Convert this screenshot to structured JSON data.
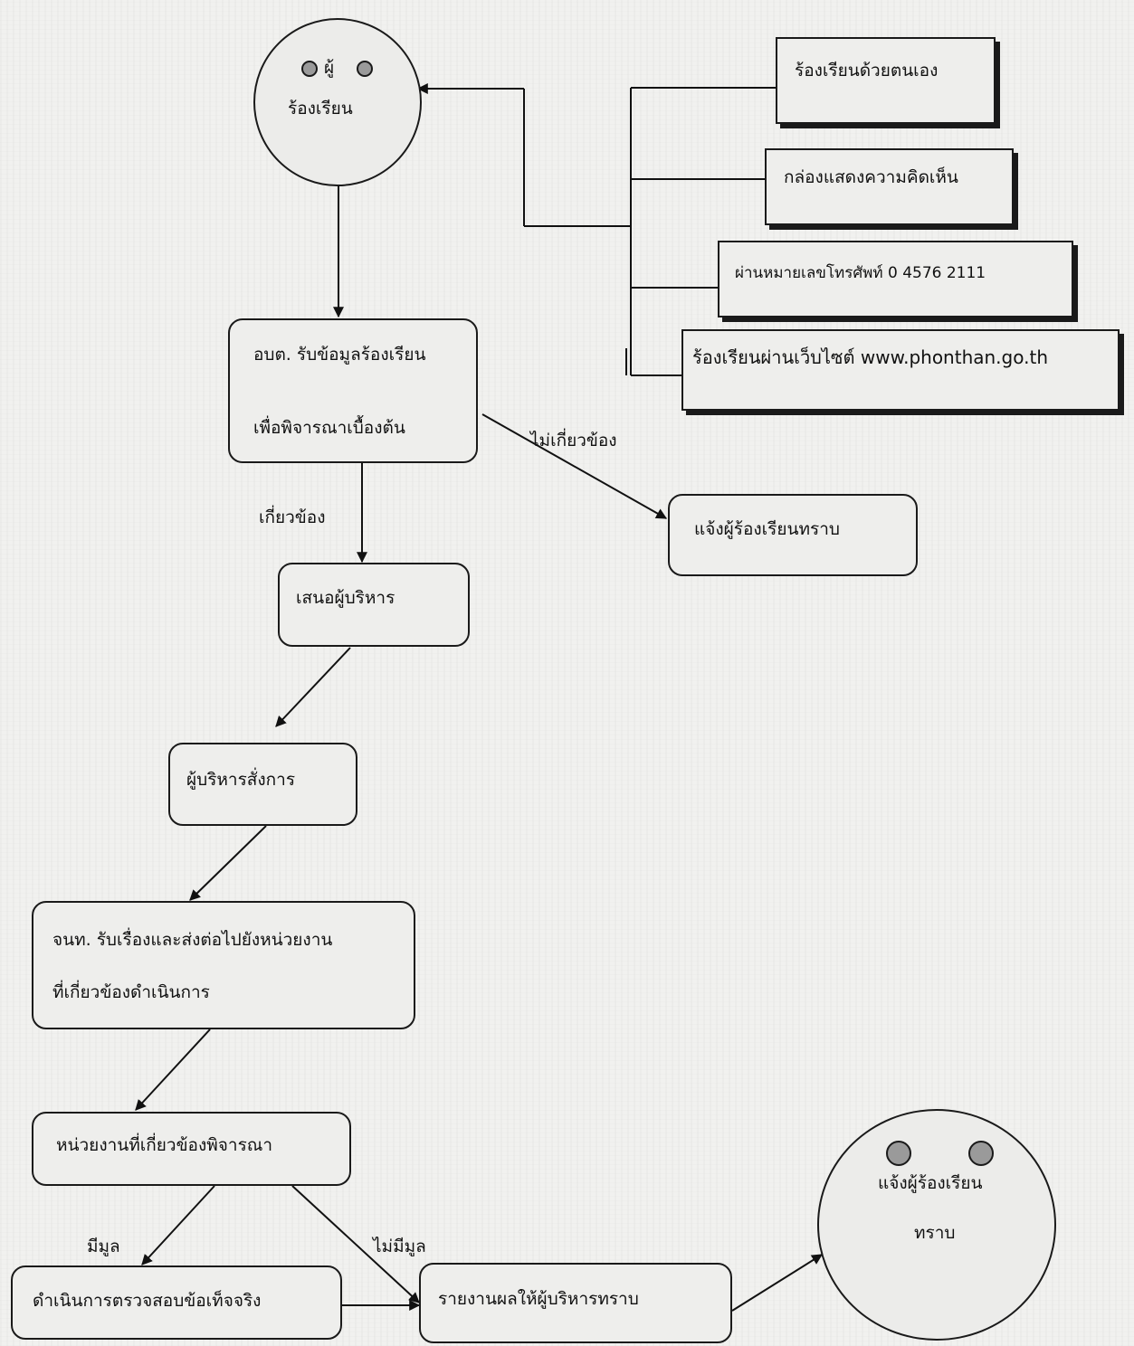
{
  "start_face": {
    "line1": "ผู้",
    "line2": "ร้องเรียน"
  },
  "channels": [
    {
      "label": "ร้องเรียนด้วยตนเอง"
    },
    {
      "label": "กล่องแสดงความคิดเห็น"
    },
    {
      "label": "ผ่านหมายเลขโทรศัพท์ 0 4576 2111"
    },
    {
      "label": "ร้องเรียนผ่านเว็บไซต์ www.phonthan.go.th"
    }
  ],
  "steps": {
    "receive": {
      "line1": "อบต. รับข้อมูลร้องเรียน",
      "line2": "เพื่อพิจารณาเบื้องต้น"
    },
    "notify_unrelated": "แจ้งผู้ร้องเรียนทราบ",
    "propose": "เสนอผู้บริหาร",
    "order": "ผู้บริหารสั่งการ",
    "forward": {
      "line1": "จนท. รับเรื่องและส่งต่อไปยังหน่วยงาน",
      "line2": "ที่เกี่ยวข้องดำเนินการ"
    },
    "consider": "หน่วยงานที่เกี่ยวข้องพิจารณา",
    "investigate": "ดำเนินการตรวจสอบข้อเท็จจริง",
    "report": "รายงานผลให้ผู้บริหารทราบ"
  },
  "edge_labels": {
    "unrelated": "ไม่เกี่ยวข้อง",
    "related": "เกี่ยวข้อง",
    "has_merit": "มีมูล",
    "no_merit": "ไม่มีมูล"
  },
  "end_face": {
    "line1": "แจ้งผู้ร้องเรียน",
    "line2": "ทราบ"
  }
}
